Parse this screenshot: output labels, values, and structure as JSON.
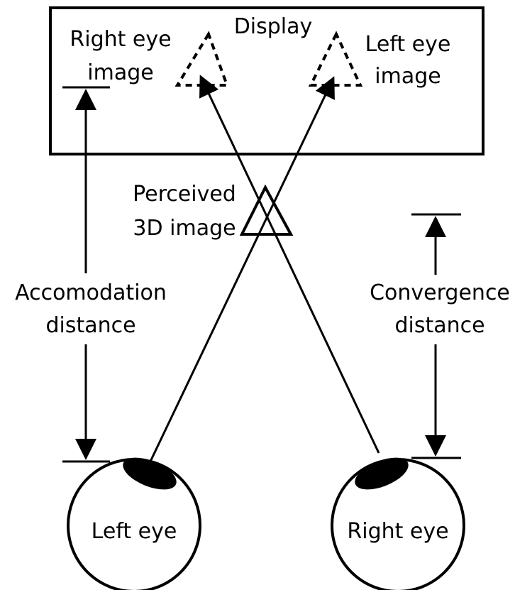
{
  "labels": {
    "display": "Display",
    "right_eye_image_line1": "Right eye",
    "right_eye_image_line2": "image",
    "left_eye_image_line1": "Left eye",
    "left_eye_image_line2": "image",
    "perceived_line1": "Perceived",
    "perceived_line2": "3D image",
    "accommodation_line1": "Accomodation",
    "accommodation_line2": "distance",
    "convergence_line1": "Convergence",
    "convergence_line2": "distance",
    "left_eye": "Left eye",
    "right_eye": "Right eye"
  },
  "colors": {
    "ink": "#000000",
    "background": "#ffffff"
  }
}
